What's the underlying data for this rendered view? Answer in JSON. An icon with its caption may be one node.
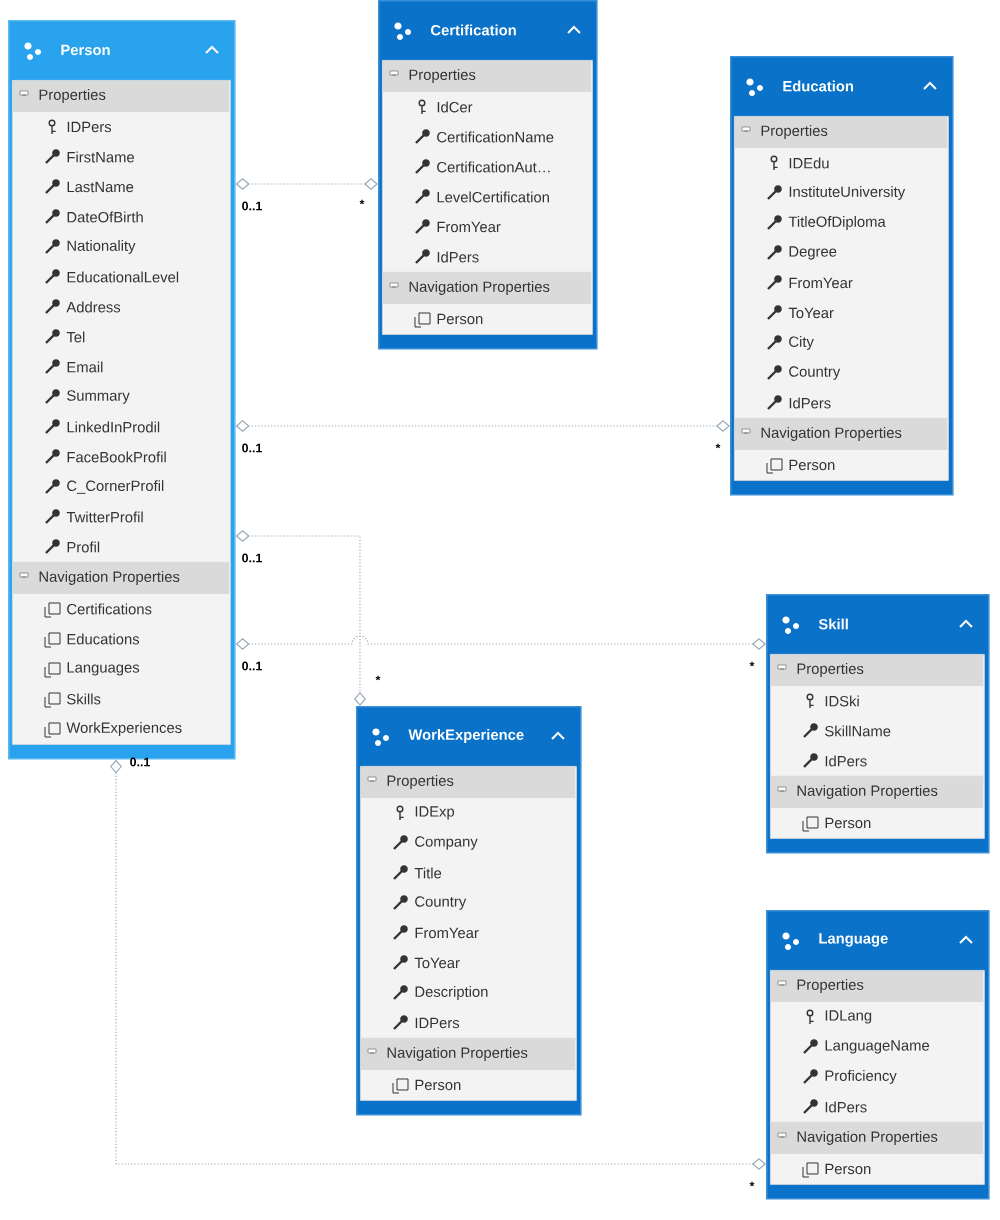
{
  "diagram": {
    "nodes": [
      {
        "text": [
          "Person"
        ]
      },
      {
        "text": [
          "Properties",
          "IDPers",
          "FirstName",
          "LastName",
          "DateOfBirth",
          "Nationality",
          "EducationalLevel",
          "Address",
          "Tel",
          "Email",
          "Summary",
          "LinkedInProdil",
          "FaceBookProfil",
          "C_CornerProfil",
          "TwitterProfil",
          "Profil"
        ],
        "in": 0
      },
      {
        "text": [
          "Navigation Properties",
          "Certifications",
          "Educations",
          "Languages",
          "Skills",
          "WorkExperiences"
        ],
        "in": 0
      },
      {
        "text": [
          "Certification"
        ]
      },
      {
        "text": [
          "Properties",
          "IdCer",
          "CertificationName",
          "CertificationAut…",
          "LevelCertification",
          "FromYear",
          "IdPers"
        ],
        "in": 3
      },
      {
        "text": [
          "Navigation Properties",
          "Person"
        ],
        "in": 3
      },
      {
        "text": [
          "Education"
        ]
      },
      {
        "text": [
          "Properties",
          "IDEdu",
          "InstituteUniversity",
          "TitleOfDiploma",
          "Degree",
          "FromYear",
          "ToYear",
          "City",
          "Country",
          "IdPers"
        ],
        "in": 6
      },
      {
        "text": [
          "Navigation Properties",
          "Person"
        ],
        "in": 6
      },
      {
        "text": [
          "Skill"
        ]
      },
      {
        "text": [
          "Properties",
          "IDSki",
          "SkillName",
          "IdPers"
        ],
        "in": 9
      },
      {
        "text": [
          "Navigation Properties",
          "Person"
        ],
        "in": 9
      },
      {
        "text": [
          "WorkExperience"
        ]
      },
      {
        "text": [
          "Properties",
          "IDExp",
          "Company",
          "Title",
          "Country",
          "FromYear",
          "ToYear",
          "Description",
          "IDPers"
        ],
        "in": 12
      },
      {
        "text": [
          "Navigation Properties",
          "Person"
        ],
        "in": 12
      },
      {
        "text": [
          "Language"
        ]
      },
      {
        "text": [
          "Properties",
          "IDLang",
          "LanguageName",
          "Proficiency",
          "IdPers"
        ],
        "in": 15
      },
      {
        "text": [
          "Navigation Properties",
          "Person"
        ],
        "in": 15
      }
    ],
    "edges": [
      {
        "from": 0,
        "to": 3,
        "arrow": "other"
      },
      {
        "from": 0,
        "to": 6,
        "arrow": "other"
      },
      {
        "from": 0,
        "to": 12,
        "arrow": "other"
      },
      {
        "from": 0,
        "to": 9,
        "arrow": "other"
      },
      {
        "from": 0,
        "to": 15,
        "arrow": "other"
      }
    ],
    "labels": [
      "0..1",
      "*",
      "0..1",
      "*",
      "0..1",
      "*",
      "0..1",
      "*",
      "0..1",
      "*"
    ]
  }
}
